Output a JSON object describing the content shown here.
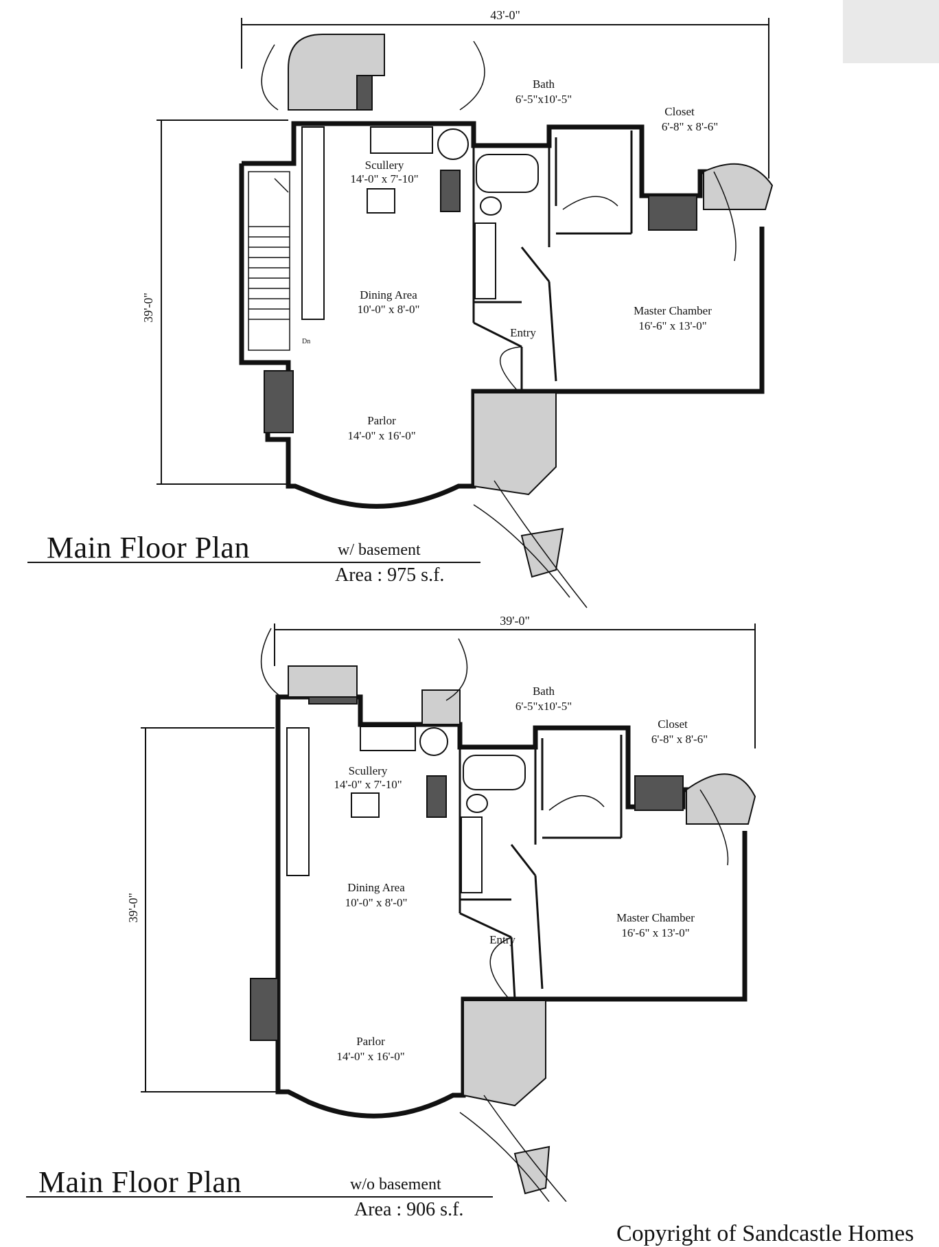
{
  "plans": [
    {
      "overall_width_dim": "43'-0\"",
      "overall_depth_dim": "39'-0\"",
      "rooms": {
        "bath": {
          "name": "Bath",
          "size": "6'-5\"x10'-5\""
        },
        "closet": {
          "name": "Closet",
          "size": "6'-8\" x 8'-6\""
        },
        "scullery": {
          "name": "Scullery",
          "size": "14'-0\" x 7'-10\""
        },
        "dining": {
          "name": "Dining Area",
          "size": "10'-0\" x 8'-0\""
        },
        "entry": {
          "name": "Entry"
        },
        "master": {
          "name": "Master Chamber",
          "size": "16'-6\" x 13'-0\""
        },
        "parlor": {
          "name": "Parlor",
          "size": "14'-0\" x 16'-0\""
        }
      },
      "stair_label": "Dn",
      "title": "Main Floor Plan",
      "subtitle": "w/ basement",
      "area": "Area : 975 s.f."
    },
    {
      "overall_width_dim": "39'-0\"",
      "overall_depth_dim": "39'-0\"",
      "rooms": {
        "bath": {
          "name": "Bath",
          "size": "6'-5\"x10'-5\""
        },
        "closet": {
          "name": "Closet",
          "size": "6'-8\" x 8'-6\""
        },
        "scullery": {
          "name": "Scullery",
          "size": "14'-0\" x 7'-10\""
        },
        "dining": {
          "name": "Dining Area",
          "size": "10'-0\" x 8'-0\""
        },
        "entry": {
          "name": "Entry"
        },
        "master": {
          "name": "Master Chamber",
          "size": "16'-6\" x 13'-0\""
        },
        "parlor": {
          "name": "Parlor",
          "size": "14'-0\" x 16'-0\""
        }
      },
      "title": "Main Floor Plan",
      "subtitle": "w/o basement",
      "area": "Area : 906 s.f."
    }
  ],
  "footer": {
    "copyright": "Copyright of Sandcastle Homes"
  }
}
